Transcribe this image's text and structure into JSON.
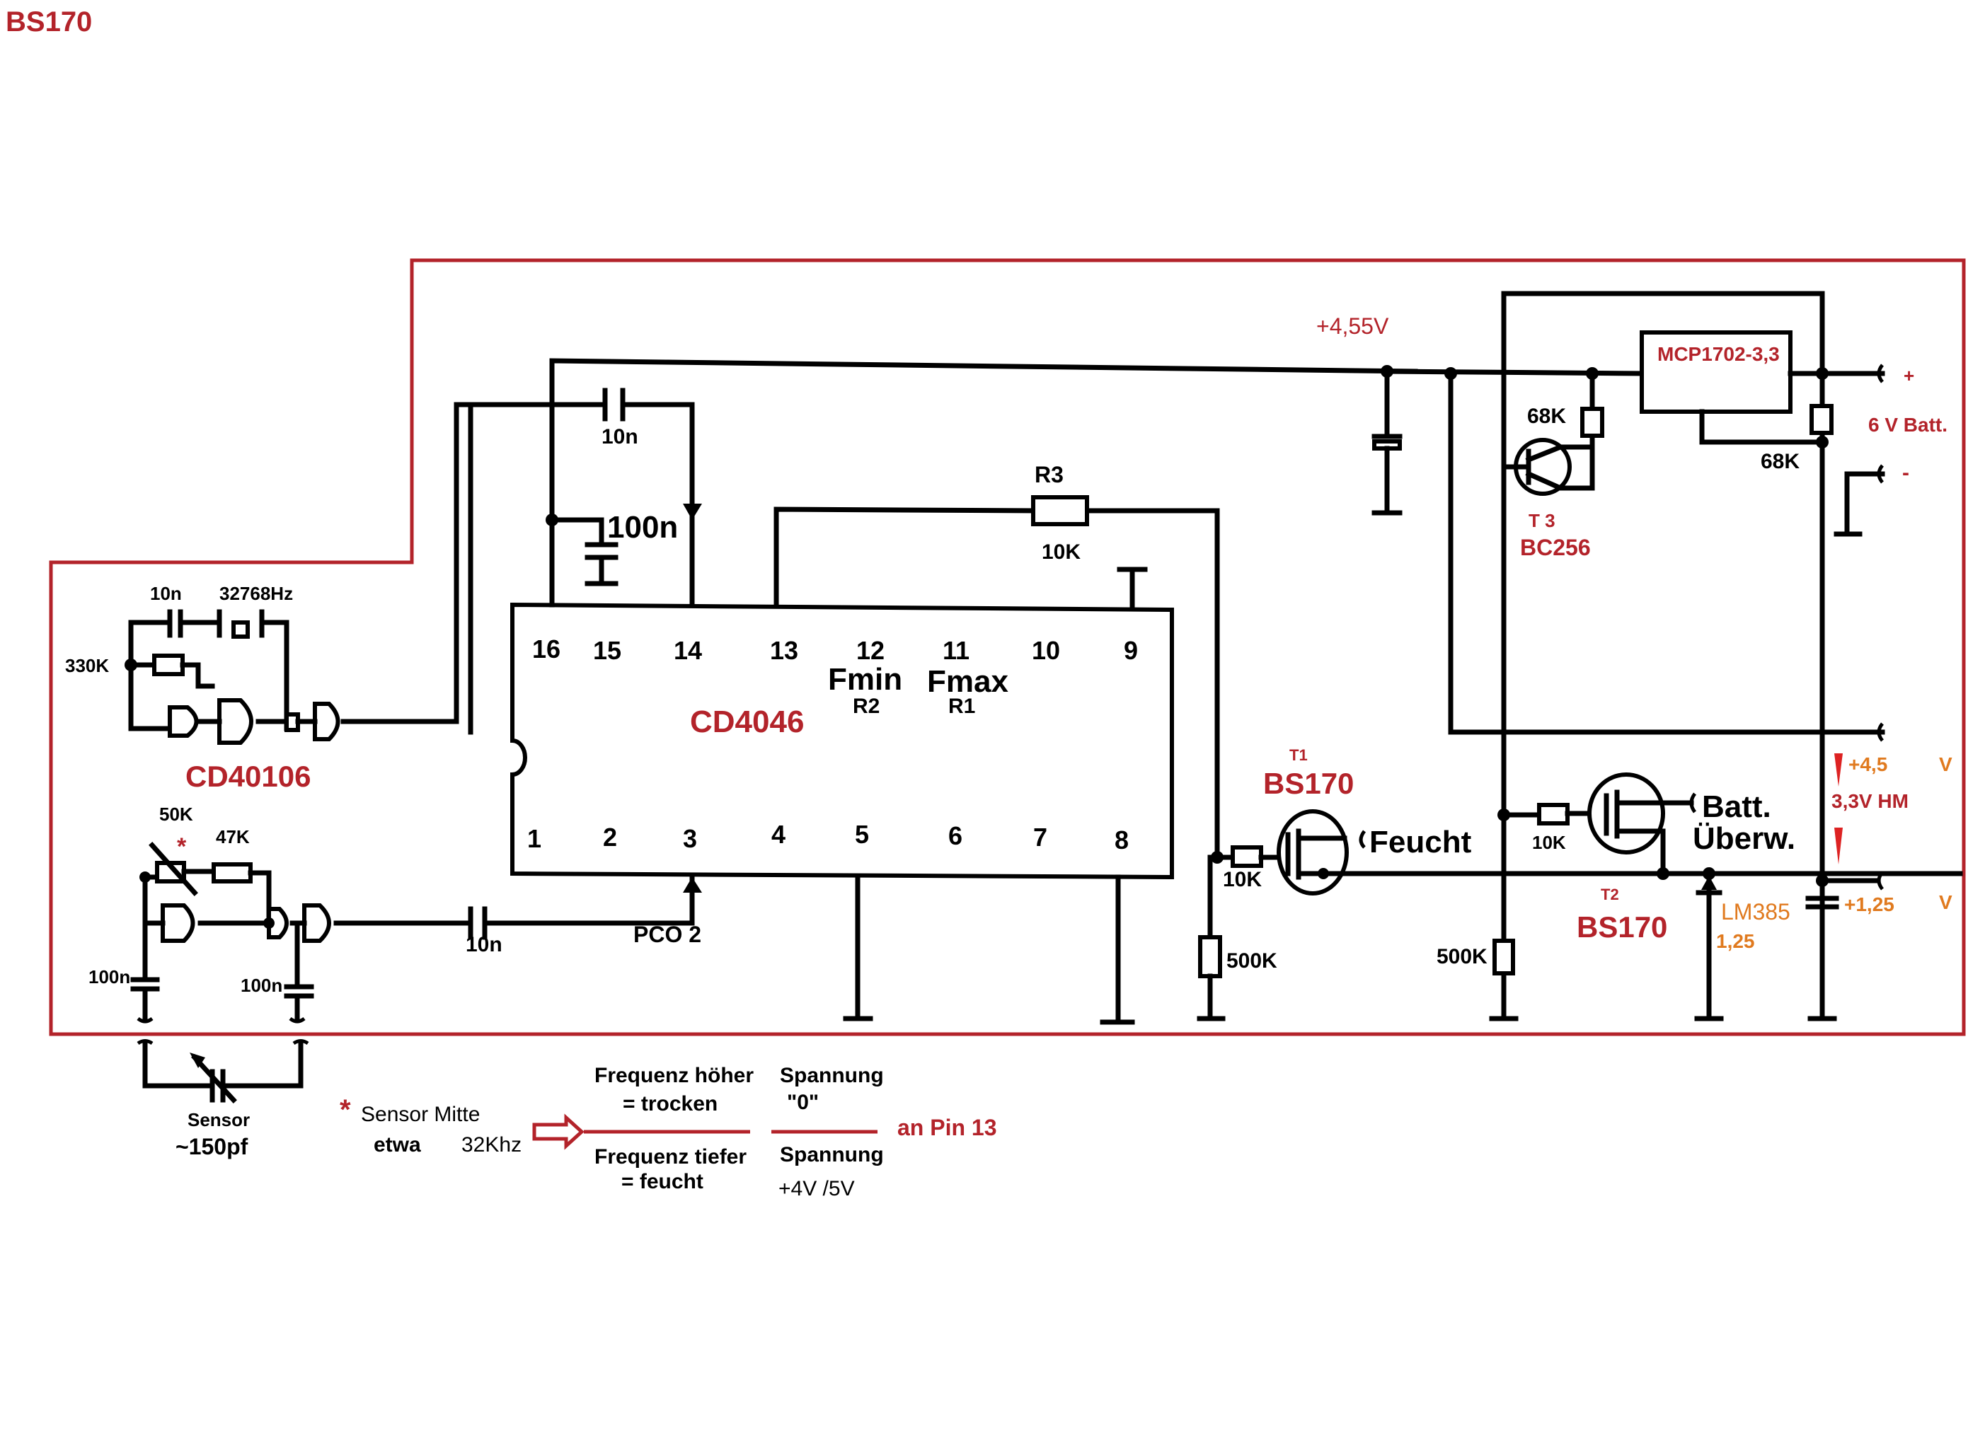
{
  "title": "BS170",
  "colors": {
    "wire": "#000000",
    "accent_red": "#b3232a",
    "accent_orange": "#e07a1f"
  },
  "ics": {
    "pll": {
      "name": "CD4046",
      "pins_top": [
        "16",
        "15",
        "14",
        "13",
        "12",
        "11",
        "10",
        "9"
      ],
      "pins_bottom": [
        "1",
        "2",
        "3",
        "4",
        "5",
        "6",
        "7",
        "8"
      ],
      "fmin": "Fmin",
      "fmin_sub": "R2",
      "fmax": "Fmax",
      "fmax_sub": "R1"
    },
    "schmitt": {
      "name": "CD40106"
    },
    "regulator": {
      "name": "MCP1702-3,3"
    }
  },
  "components": {
    "c_osc": "10n",
    "crystal": "32768Hz",
    "r_osc": "330K",
    "c_top": "10n",
    "c_decouple": "100n",
    "r3": "R3",
    "r3_value": "10K",
    "pot": "50K",
    "r_47k": "47K",
    "c_sensor_left": "100n",
    "c_sensor_right": "100n",
    "c_coupling": "10n",
    "pco": "PCO 2",
    "sensor_label": "Sensor",
    "sensor_value": "~150pf",
    "t1_tag": "T1",
    "t1_name": "BS170",
    "t1_gate_r": "10K",
    "t1_pulldown": "500K",
    "feucht": "Feucht",
    "t2_tag": "T2",
    "t2_name": "BS170",
    "t2_gate_r": "10K",
    "t2_pulldown": "500K",
    "batt_label_1": "Batt.",
    "batt_label_2": "Überw.",
    "t3_tag": "T 3",
    "t3_name": "BC256",
    "r_t3": "68K",
    "r_reg": "68K",
    "lm385": "LM385",
    "lm385_v": "1,25",
    "v_rail": "+4,55V",
    "batt_plus": "+",
    "batt_minus": "-",
    "batt_label": "6 V Batt.",
    "out_45": "+4,5",
    "out_33": "3,3V HM",
    "out_125": "+1,25",
    "v_unit_1": "V",
    "v_unit_2": "V"
  },
  "notes": {
    "star": "*",
    "sensor_mitte": "Sensor Mitte",
    "etwa": "etwa",
    "freq": "32Khz",
    "freq_high": "Frequenz höher",
    "trocken": "= trocken",
    "freq_low": "Frequenz tiefer",
    "feucht": "= feucht",
    "spannung_1": "Spannung",
    "zero": "\"0\"",
    "spannung_2": "Spannung",
    "volts": "+4V /5V",
    "an_pin": "an Pin 13"
  }
}
